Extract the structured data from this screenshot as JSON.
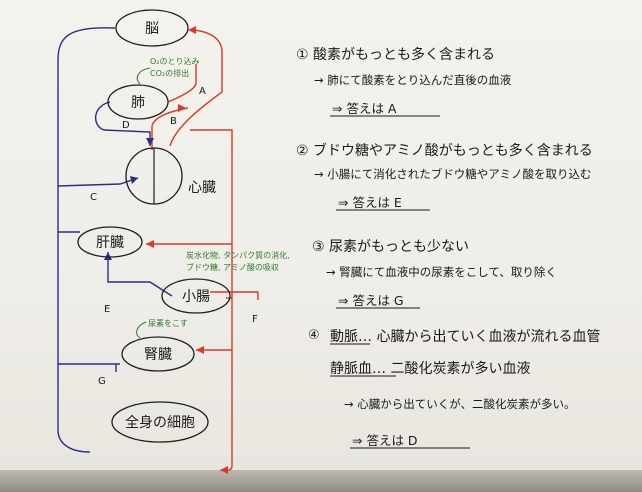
{
  "diagram": {
    "organs": {
      "brain": "脳",
      "lung": "肺",
      "heart": "心臓",
      "liver": "肝臓",
      "small_intestine": "小腸",
      "kidney": "腎臓",
      "body_cells": "全身の細胞"
    },
    "vessel_labels": {
      "A": "A",
      "B": "B",
      "C": "C",
      "D": "D",
      "E": "E",
      "F": "F",
      "G": "G"
    },
    "green_notes": {
      "lung_line1": "O₂のとり込み",
      "lung_line2": "CO₂の排出",
      "intestine_line1": "炭水化物, タンパク質の消化,",
      "intestine_line2": "ブドウ糖, アミノ酸の吸収",
      "kidney": "尿素をこす"
    }
  },
  "notes": {
    "q1": {
      "title": "① 酸素がもっとも多く含まれる",
      "line": "→ 肺にて酸素をとり込んだ直後の血液",
      "answer": "⇒ 答えは A"
    },
    "q2": {
      "title": "② ブドウ糖やアミノ酸がもっとも多く含まれる",
      "line": "→ 小腸にて消化されたブドウ糖やアミノ酸を取り込む",
      "answer": "⇒ 答えは E"
    },
    "q3": {
      "title": "③ 尿素がもっとも少ない",
      "line": "→ 腎臓にて血液中の尿素をこして、取り除く",
      "answer": "⇒ 答えは G"
    },
    "q4": {
      "marker": "④",
      "artery": "動脈… 心臓から出ていく血液が流れる血管",
      "vein": "静脈血… 二酸化炭素が多い血液",
      "line": "→ 心臓から出ていくが、二酸化炭素が多い。",
      "answer": "⇒ 答えは D"
    }
  },
  "colors": {
    "arterial": "#d83a2c",
    "venous": "#2a2f86",
    "green_note": "#2f7a2f",
    "paper": "#f1efe9"
  }
}
